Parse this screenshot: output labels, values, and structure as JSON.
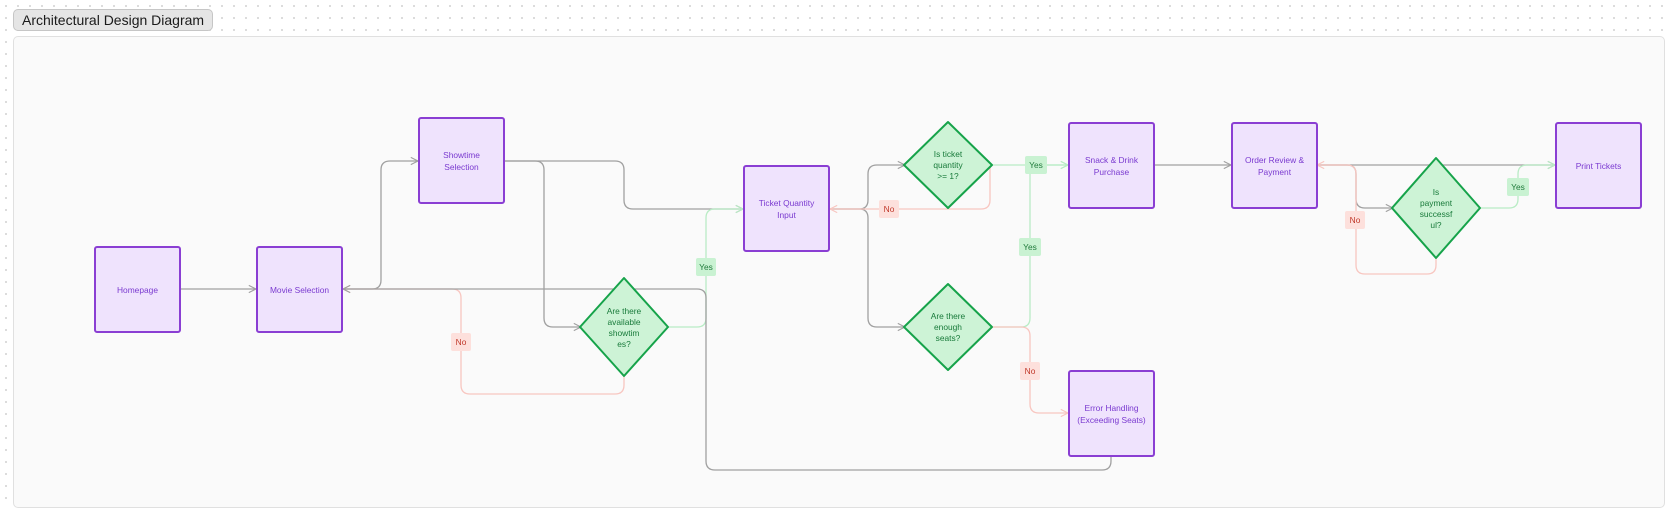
{
  "title": "Architectural Design Diagram",
  "colors": {
    "process_fill": "#efe3fd",
    "process_stroke": "#8a3ed3",
    "process_text": "#7a3ad0",
    "decision_fill": "#cdf3d6",
    "decision_stroke": "#16a34a",
    "decision_text": "#187a3a",
    "edge_neutral": "#a0a0a0",
    "edge_yes": "#b9ecc5",
    "edge_no": "#f8c6c0",
    "label_yes_fill": "#c9f2d2",
    "label_no_fill": "#fde0dc"
  },
  "nodes": {
    "homepage": {
      "lines": [
        "Homepage"
      ]
    },
    "movie_selection": {
      "lines": [
        "Movie Selection"
      ]
    },
    "showtime_selection": {
      "lines": [
        "Showtime",
        "Selection"
      ]
    },
    "ticket_quantity_input": {
      "lines": [
        "Ticket Quantity",
        "Input"
      ]
    },
    "snack_drink_purchase": {
      "lines": [
        "Snack & Drink",
        "Purchase"
      ]
    },
    "order_review_payment": {
      "lines": [
        "Order Review &",
        "Payment"
      ]
    },
    "print_tickets": {
      "lines": [
        "Print Tickets"
      ]
    },
    "error_handling": {
      "lines": [
        "Error Handling",
        "(Exceeding Seats)"
      ]
    }
  },
  "decisions": {
    "available_showtimes": {
      "lines": [
        "Are there",
        "available",
        "showtim",
        "es?"
      ]
    },
    "ticket_quantity_check": {
      "lines": [
        "Is ticket",
        "quantity",
        ">= 1?"
      ]
    },
    "enough_seats": {
      "lines": [
        "Are there",
        "enough",
        "seats?"
      ]
    },
    "payment_successful": {
      "lines": [
        "Is",
        "payment",
        "successf",
        "ul?"
      ]
    }
  },
  "edge_labels": {
    "yes": "Yes",
    "no": "No"
  }
}
